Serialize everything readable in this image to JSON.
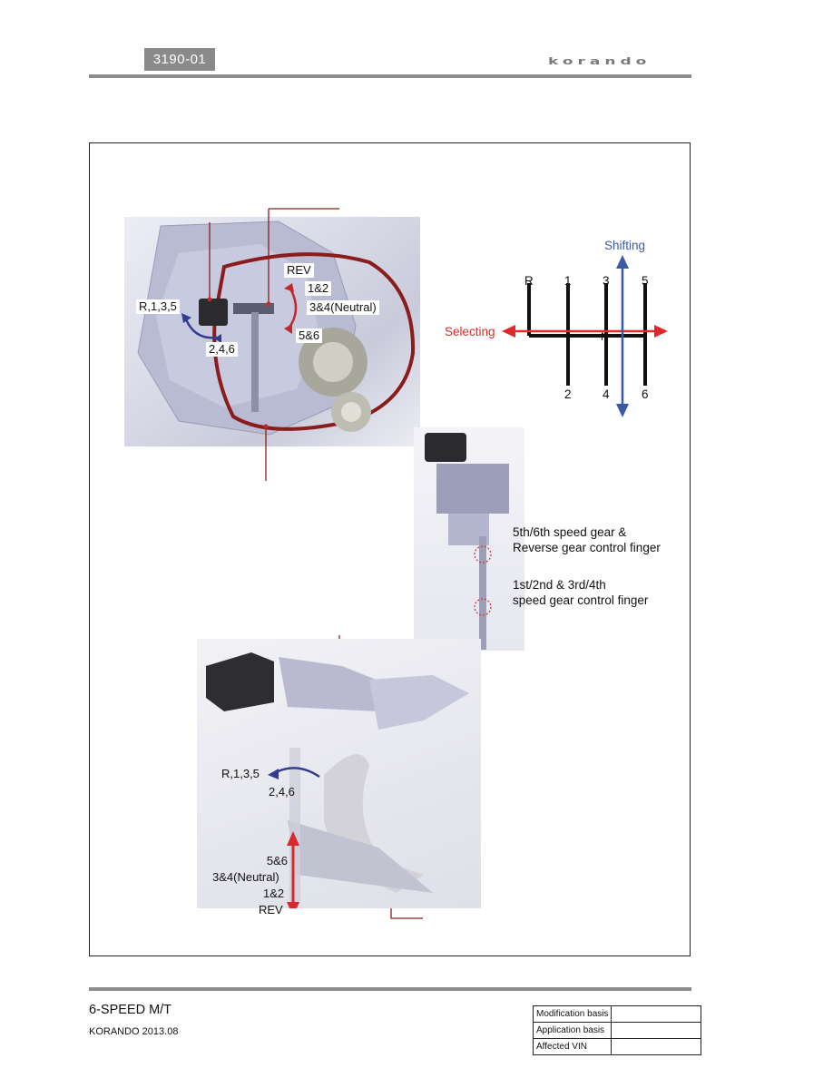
{
  "header": {
    "page_code": "3190-01",
    "brand_logo": "korando"
  },
  "shift_pattern": {
    "shifting_label": "Shifting",
    "selecting_label": "Selecting",
    "gates_top": [
      "R",
      "1",
      "3",
      "5"
    ],
    "gates_bottom": [
      "2",
      "4",
      "6"
    ],
    "neutral_label": "N",
    "colors": {
      "shifting": "#3b5aa6",
      "selecting": "#e0292b"
    }
  },
  "figure_gearbox": {
    "rev": "REV",
    "g12": "1&2",
    "g34": "3&4(Neutral)",
    "g56": "5&6",
    "select_up": "R,1,3,5",
    "select_down": "2,4,6"
  },
  "figure_shaft": {
    "note1_line1": "5th/6th speed gear &",
    "note1_line2": "Reverse gear control finger",
    "note2_line1": "1st/2nd & 3rd/4th",
    "note2_line2": "speed gear control finger"
  },
  "figure_forks": {
    "select_up": "R,1,3,5",
    "select_down": "2,4,6",
    "g56": "5&6",
    "g34": "3&4(Neutral)",
    "g12": "1&2",
    "rev": "REV"
  },
  "footer": {
    "title": "6-SPEED M/T",
    "subtitle": "KORANDO 2013.08",
    "table": [
      {
        "key": "Modification basis",
        "value": ""
      },
      {
        "key": "Application basis",
        "value": ""
      },
      {
        "key": "Affected VIN",
        "value": ""
      }
    ]
  }
}
